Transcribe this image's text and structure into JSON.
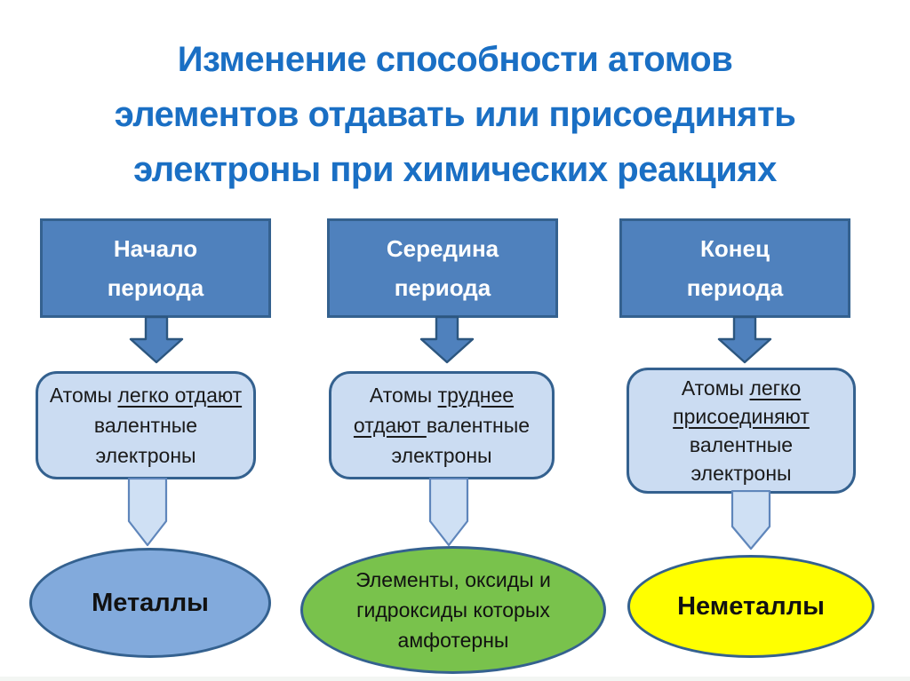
{
  "title": {
    "lines": [
      "Изменение способности атомов",
      "элементов отдавать или присоединять",
      "электроны при химических реакциях"
    ],
    "color": "#1a6fc4"
  },
  "colors": {
    "header_fill": "#4f81bd",
    "header_border": "#34618f",
    "header_text": "#ffffff",
    "box_fill": "#cbdcf2",
    "box_border": "#34618f",
    "body_text": "#1a1a1a",
    "arrow_dark_fill": "#4f81bd",
    "arrow_dark_border": "#2c567f",
    "arrow_light_fill": "#cfe0f4",
    "arrow_light_border": "#5f86bb",
    "ellipse_border": "#34618f"
  },
  "columns": [
    {
      "id": "period-start",
      "header_lines": [
        "Начало",
        "периода"
      ],
      "body_lines": [
        [
          {
            "t": "Атомы ",
            "u": 0
          },
          {
            "t": "легко отдают",
            "u": 1
          }
        ],
        [
          {
            "t": "валентные",
            "u": 0
          }
        ],
        [
          {
            "t": "электроны",
            "u": 0
          }
        ]
      ],
      "result": {
        "lines": [
          "Металлы"
        ],
        "fill": "#82aadc",
        "bold": true
      }
    },
    {
      "id": "period-middle",
      "header_lines": [
        "Середина",
        "периода"
      ],
      "body_lines": [
        [
          {
            "t": "Атомы ",
            "u": 0
          },
          {
            "t": "труднее",
            "u": 1
          }
        ],
        [
          {
            "t": "отдают ",
            "u": 1
          },
          {
            "t": "валентные",
            "u": 0
          }
        ],
        [
          {
            "t": "электроны",
            "u": 0
          }
        ]
      ],
      "result": {
        "lines": [
          "Элементы, оксиды и",
          "гидроксиды которых",
          "амфотерны"
        ],
        "fill": "#79c24c",
        "bold": false
      }
    },
    {
      "id": "period-end",
      "header_lines": [
        "Конец",
        "периода"
      ],
      "body_lines": [
        [
          {
            "t": "Атомы ",
            "u": 0
          },
          {
            "t": "легко",
            "u": 1
          }
        ],
        [
          {
            "t": "присоединяют",
            "u": 1
          }
        ],
        [
          {
            "t": "валентные",
            "u": 0
          }
        ],
        [
          {
            "t": "электроны",
            "u": 0
          }
        ]
      ],
      "result": {
        "lines": [
          "Неметаллы"
        ],
        "fill": "#ffff00",
        "bold": true
      }
    }
  ]
}
